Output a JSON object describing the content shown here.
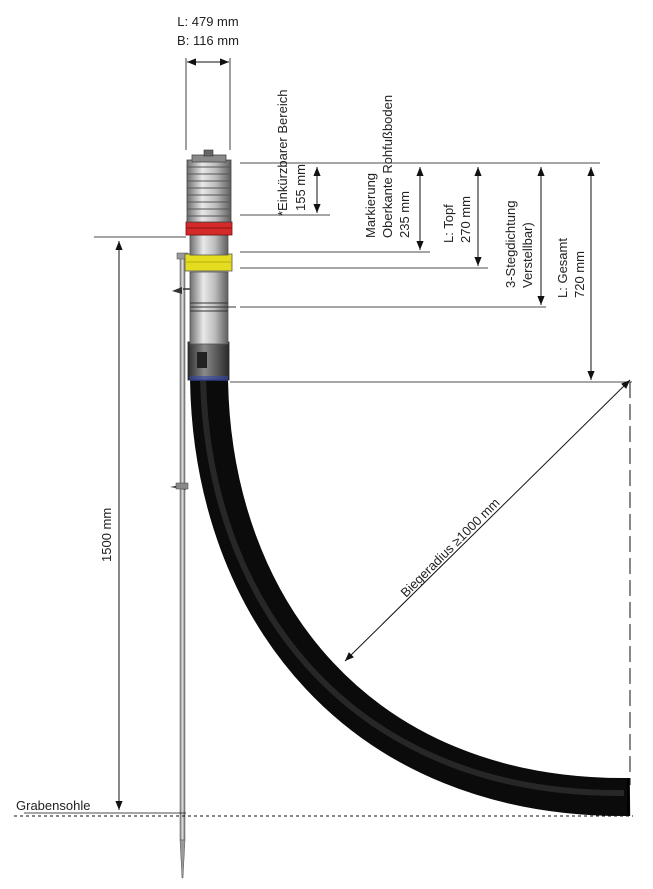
{
  "top_dimension": {
    "length": "L: 479 mm",
    "width": "B: 116 mm"
  },
  "labels": {
    "shortenable": "*Einkürzbarer Bereich",
    "shortenable_value": "155 mm",
    "marking_line1": "Markierung",
    "marking_line2": "Oberkante Rohfußboden",
    "marking_value": "235 mm",
    "pot_length": "L: Topf",
    "pot_value": "270 mm",
    "seal_line1": "3-Stegdichtung",
    "seal_line2": "Verstellbar)",
    "total_length": "L: Gesamt",
    "total_value": "720 mm",
    "height": "1500 mm",
    "bend_radius": "Biegeradius ≥1000 mm",
    "trench_bottom": "Grabensohle"
  },
  "colors": {
    "hose": "#1a1a1a",
    "seal_red": "#d42a2a",
    "collar_yellow": "#e4dc1e",
    "body_grey": "#a8a8a8"
  }
}
